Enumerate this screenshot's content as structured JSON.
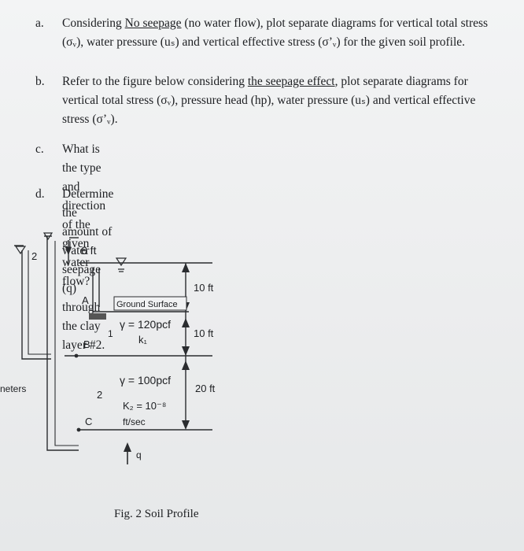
{
  "questions": [
    {
      "label": "a.",
      "line1_pre": "Considering ",
      "line1_u": "No seepage",
      "line1_post": " (no water flow), plot separate diagrams for vertical total stress",
      "line2": "(σᵥ), water pressure (uₛ) and vertical effective  stress (σ’ᵥ) for the given soil profile."
    },
    {
      "label": "b.",
      "line1_pre": "Refer to the figure below considering ",
      "line1_u": "the seepage effect",
      "line1_post": ", plot separate diagrams for",
      "line2": "vertical total stress (σᵥ), pressure head (hp), water pressure (uₛ) and vertical effective",
      "line3": "stress (σ’ᵥ)."
    },
    {
      "label": "c.",
      "line1": "What is the type and direction of the given water flow?"
    },
    {
      "label": "d.",
      "line1": "Determine the amount of water seepage (q) through the clay layer #2."
    }
  ],
  "figure": {
    "dim_6ft": "6 ft",
    "dim_10ft_top": "10 ft",
    "dim_10ft_mid": "10 ft",
    "dim_20ft": "20 ft",
    "point_a": "A",
    "point_b": "B",
    "point_c": "C",
    "layer_1": "1",
    "layer_2": "2",
    "ground_surface": "Ground Surface",
    "gamma1": "γ = 120pcf",
    "k1": "k₁",
    "gamma2": "γ = 100pcf",
    "k2": "K₂ = 10⁻⁸",
    "k2_units": "ft/sec",
    "flow_label": "q",
    "side_label": "neters",
    "tube_label": "2",
    "caption": "Fig. 2 Soil Profile"
  }
}
